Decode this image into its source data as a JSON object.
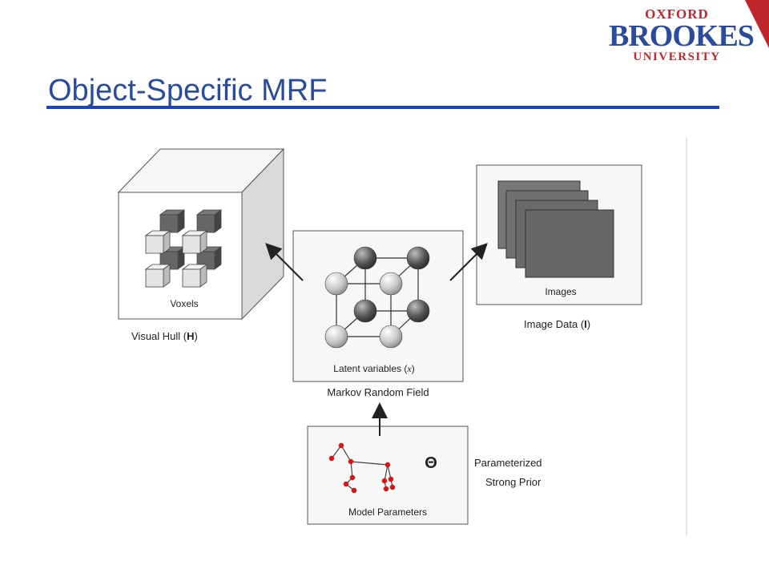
{
  "logo": {
    "line1": "OXFORD",
    "line2": "BROOKES",
    "line3": "UNIVERSITY"
  },
  "slide": {
    "title": "Object-Specific MRF"
  },
  "diagram": {
    "voxels_label": "Voxels",
    "visual_hull_label": "Visual Hull (",
    "visual_hull_symbol": "H",
    "visual_hull_close": ")",
    "latent_label": "Latent variables (",
    "latent_symbol": "x",
    "latent_close": ")",
    "mrf_label": "Markov Random Field",
    "images_label": "Images",
    "image_data_label": "Image Data (",
    "image_data_symbol": "I",
    "image_data_close": ")",
    "model_params_label": "Model Parameters",
    "theta_symbol": "Θ",
    "prior_line1": "Parameterized",
    "prior_line2": "Strong Prior"
  },
  "colors": {
    "title": "#2b4c9b",
    "rule": "#1f43b5",
    "logo_red": "#c0272d",
    "prior_dots": "#e01010"
  }
}
